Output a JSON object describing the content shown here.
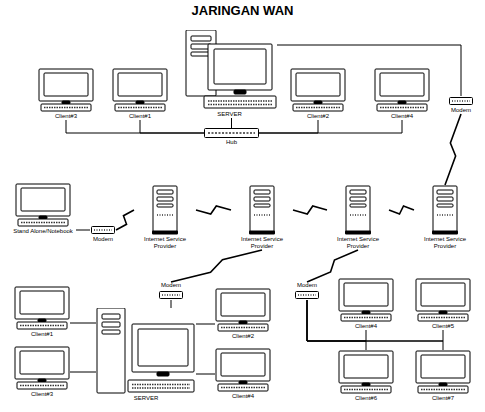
{
  "diagram": {
    "title": "JARINGAN WAN",
    "nodes": [
      {
        "text": [
          "Client#3"
        ]
      },
      {
        "text": [
          "Client#1"
        ]
      },
      {
        "text": [
          "SERVER"
        ]
      },
      {
        "text": [
          "Client#2"
        ]
      },
      {
        "text": [
          "Client#4"
        ]
      },
      {
        "text": [
          "Hub"
        ]
      },
      {
        "text": [
          "Modem"
        ]
      },
      {
        "text": [
          "Stand Alone/Notebook"
        ]
      },
      {
        "text": [
          "Modem"
        ]
      },
      {
        "text": [
          "Internet Service Provider"
        ]
      },
      {
        "text": [
          "Internet Service Provider"
        ]
      },
      {
        "text": [
          "Internet Service Provider"
        ]
      },
      {
        "text": [
          "Internet Service Provider"
        ]
      },
      {
        "text": [
          "Client#1"
        ]
      },
      {
        "text": [
          "Modem"
        ]
      },
      {
        "text": [
          "Client#2"
        ]
      },
      {
        "text": [
          "Modem"
        ]
      },
      {
        "text": [
          "Client#4"
        ]
      },
      {
        "text": [
          "Client#5"
        ]
      },
      {
        "text": [
          "Client#3"
        ]
      },
      {
        "text": [
          "SERVER"
        ]
      },
      {
        "text": [
          "Client#4"
        ]
      },
      {
        "text": [
          "Client#6"
        ]
      },
      {
        "text": [
          "Client#7"
        ]
      }
    ],
    "edges": [
      {
        "from": 0,
        "to": 5,
        "arrow": "none"
      },
      {
        "from": 1,
        "to": 5,
        "arrow": "none"
      },
      {
        "from": 2,
        "to": 5,
        "arrow": "none"
      },
      {
        "from": 3,
        "to": 5,
        "arrow": "none"
      },
      {
        "from": 4,
        "to": 5,
        "arrow": "none"
      },
      {
        "from": 2,
        "to": 6,
        "arrow": "none"
      },
      {
        "from": 7,
        "to": 8,
        "arrow": "none"
      },
      {
        "from": 8,
        "to": 9,
        "arrow": "none"
      },
      {
        "from": 9,
        "to": 10,
        "arrow": "none"
      },
      {
        "from": 10,
        "to": 11,
        "arrow": "none"
      },
      {
        "from": 11,
        "to": 12,
        "arrow": "none"
      },
      {
        "from": 6,
        "to": 12,
        "arrow": "none"
      },
      {
        "from": 10,
        "to": 14,
        "arrow": "none"
      },
      {
        "from": 11,
        "to": 16,
        "arrow": "none"
      },
      {
        "from": 14,
        "to": 20,
        "arrow": "none"
      },
      {
        "from": 13,
        "to": 20,
        "arrow": "none"
      },
      {
        "from": 19,
        "to": 20,
        "arrow": "none"
      },
      {
        "from": 15,
        "to": 20,
        "arrow": "none"
      },
      {
        "from": 21,
        "to": 20,
        "arrow": "none"
      },
      {
        "from": 16,
        "to": 17,
        "arrow": "none"
      },
      {
        "from": 16,
        "to": 18,
        "arrow": "none"
      },
      {
        "from": 16,
        "to": 22,
        "arrow": "none"
      },
      {
        "from": 16,
        "to": 23,
        "arrow": "none"
      }
    ]
  }
}
